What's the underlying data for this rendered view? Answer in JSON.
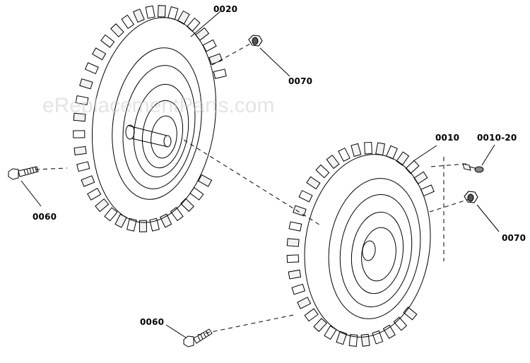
{
  "watermark": "eReplacementParts.com",
  "callouts": {
    "wheel_left": "0020",
    "nut_upper": "0070",
    "bolt_left": "0060",
    "wheel_right": "0010",
    "valve": "0010-20",
    "nut_right": "0070",
    "bolt_bottom": "0060"
  }
}
